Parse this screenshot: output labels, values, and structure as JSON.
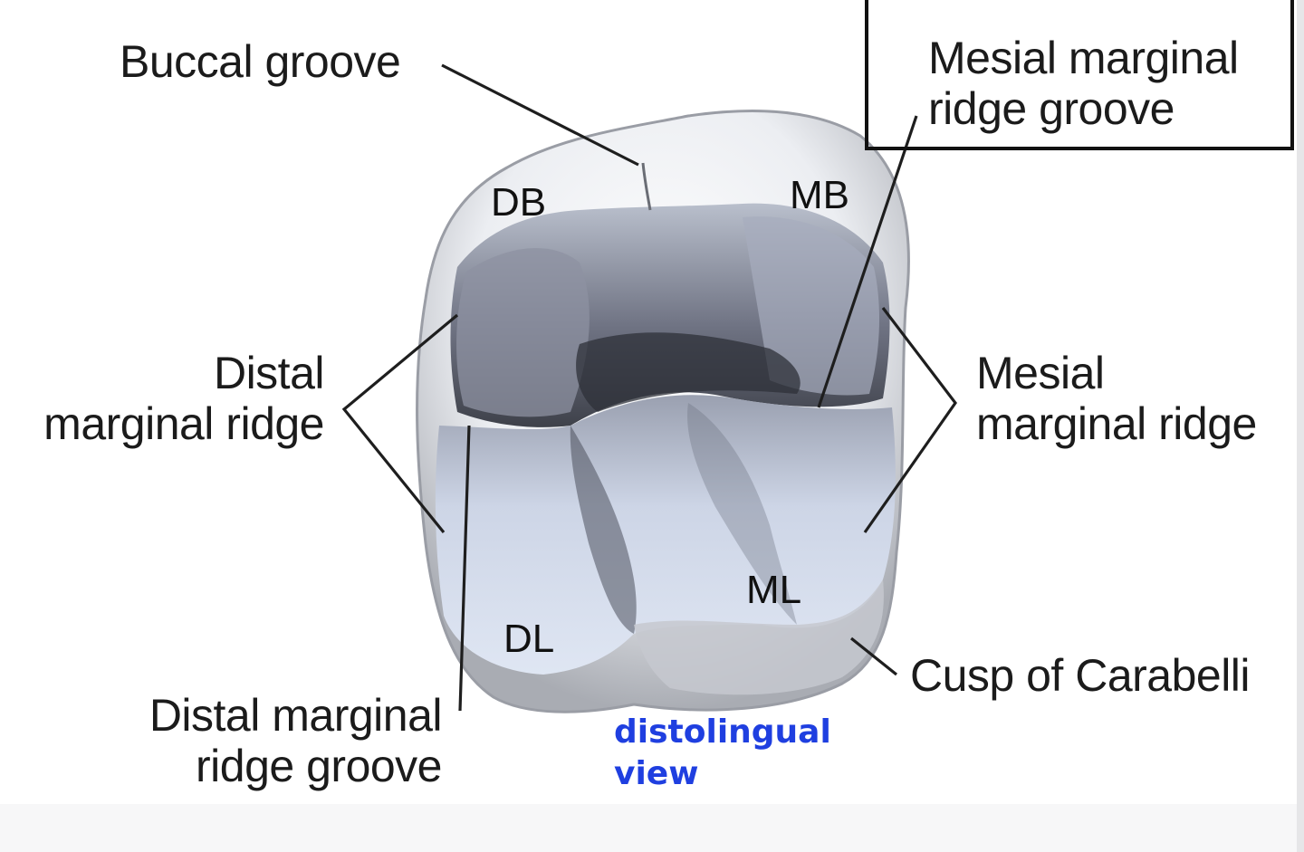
{
  "labels": {
    "buccal_groove": "Buccal groove",
    "mesial_marginal_ridge_groove": [
      "Mesial marginal",
      "ridge groove"
    ],
    "distal_marginal_ridge": [
      "Distal",
      "marginal ridge"
    ],
    "mesial_marginal_ridge": [
      "Mesial",
      "marginal ridge"
    ],
    "distal_marginal_ridge_groove": [
      "Distal marginal",
      "ridge groove"
    ],
    "cusp_of_carabelli": "Cusp of Carabelli"
  },
  "cusps": {
    "db": "DB",
    "mb": "MB",
    "dl": "DL",
    "ml": "ML"
  },
  "view_caption": [
    "distolingual",
    "view"
  ],
  "colors": {
    "label_text": "#1b1b1b",
    "caption_blue": "#1f3fe0",
    "enamel_light": "#f2f3f6",
    "enamel_shadow": "#8a8d94",
    "occlusal_gray": "#6d7180",
    "lingual_blue": "#d6deee"
  }
}
